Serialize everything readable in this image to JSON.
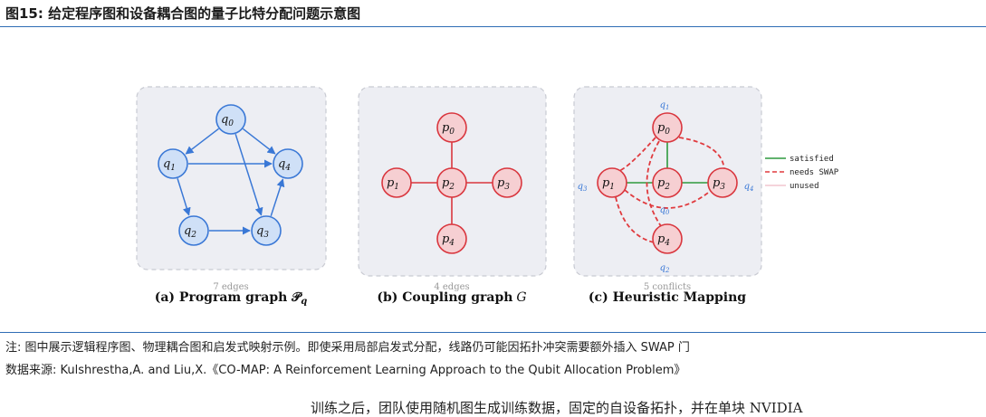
{
  "header": {
    "figure_title": "图15:  给定程序图和设备耦合图的量子比特分配问题示意图"
  },
  "panels": {
    "program": {
      "subcaption": "7 edges",
      "caption": "(a) Program graph 𝒫",
      "caption_sub": "q",
      "nodes": [
        {
          "id": "q0",
          "name": "q",
          "sub": "0"
        },
        {
          "id": "q1",
          "name": "q",
          "sub": "1"
        },
        {
          "id": "q4",
          "name": "q",
          "sub": "4"
        },
        {
          "id": "q2",
          "name": "q",
          "sub": "2"
        },
        {
          "id": "q3",
          "name": "q",
          "sub": "3"
        }
      ],
      "edges": [
        [
          "q0",
          "q1"
        ],
        [
          "q0",
          "q4"
        ],
        [
          "q0",
          "q3"
        ],
        [
          "q1",
          "q4"
        ],
        [
          "q1",
          "q2"
        ],
        [
          "q2",
          "q3"
        ],
        [
          "q3",
          "q4"
        ]
      ]
    },
    "coupling": {
      "subcaption": "4 edges",
      "caption": "(b) Coupling graph",
      "caption_var": "G",
      "nodes": [
        {
          "id": "p0",
          "name": "p",
          "sub": "0"
        },
        {
          "id": "p1",
          "name": "p",
          "sub": "1"
        },
        {
          "id": "p2",
          "name": "p",
          "sub": "2"
        },
        {
          "id": "p3",
          "name": "p",
          "sub": "3"
        },
        {
          "id": "p4",
          "name": "p",
          "sub": "4"
        }
      ],
      "edges": [
        [
          "p0",
          "p2"
        ],
        [
          "p1",
          "p2"
        ],
        [
          "p2",
          "p3"
        ],
        [
          "p2",
          "p4"
        ]
      ]
    },
    "mapping": {
      "subcaption": "5 conflicts",
      "caption": "(c) Heuristic Mapping",
      "nodes": [
        {
          "id": "p0",
          "name": "p",
          "sub": "0",
          "assigned": "q1"
        },
        {
          "id": "p1",
          "name": "p",
          "sub": "1",
          "assigned": "q3"
        },
        {
          "id": "p2",
          "name": "p",
          "sub": "2",
          "assigned": "q0"
        },
        {
          "id": "p3",
          "name": "p",
          "sub": "3",
          "assigned": "q4"
        },
        {
          "id": "p4",
          "name": "p",
          "sub": "4",
          "assigned": "q2"
        }
      ],
      "satisfied_edges": [
        [
          "p0",
          "p2"
        ],
        [
          "p1",
          "p2"
        ],
        [
          "p2",
          "p3"
        ]
      ],
      "swap_edges": [
        [
          "p0",
          "p1"
        ],
        [
          "p0",
          "p3"
        ],
        [
          "p1",
          "p3"
        ],
        [
          "p1",
          "p4"
        ],
        [
          "p0",
          "p4"
        ]
      ],
      "legend": [
        {
          "label": "satisfied",
          "color": "#2e9a3e",
          "style": "solid"
        },
        {
          "label": "needs SWAP",
          "color": "#e03a3e",
          "style": "dashed"
        },
        {
          "label": "unused",
          "color": "#f2c6cf",
          "style": "solid"
        }
      ]
    }
  },
  "notes": {
    "line1": "注:  图中展示逻辑程序图、物理耦合图和启发式映射示例。即使采用局部启发式分配，线路仍可能因拓扑冲突需要额外插入 SWAP 门",
    "line2": "数据来源:  Kulshrestha,A. and Liu,X.《CO-MAP: A Reinforcement Learning Approach to the Qubit Allocation Problem》"
  },
  "body_text": "训练之后，团队使用随机图生成训练数据，固定的自设备拓扑，并在单块 NVIDIA",
  "colors": {
    "accent_rule": "#2f6db5",
    "blue_node": "#3a78d6",
    "red_node": "#d9363e",
    "panel": "#edeef3"
  }
}
